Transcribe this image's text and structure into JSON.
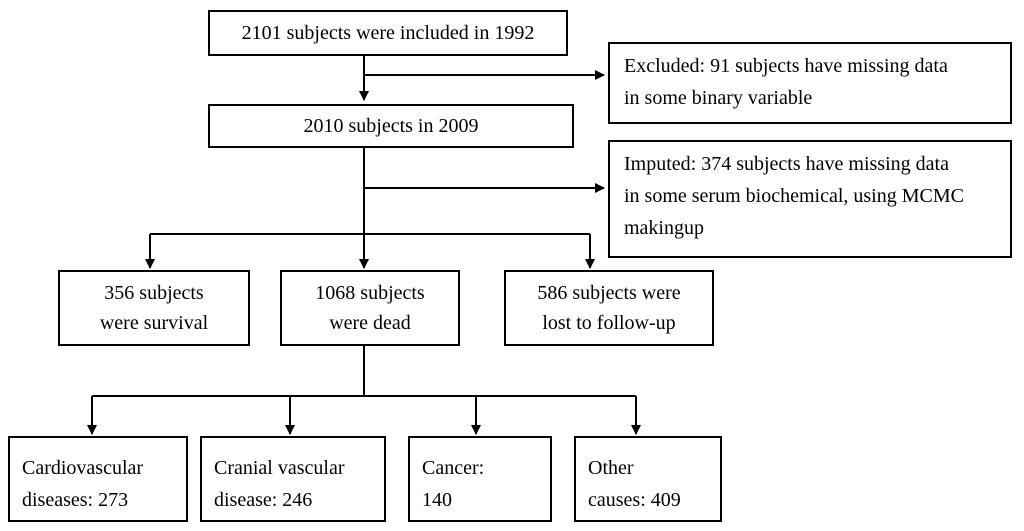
{
  "nodes": {
    "included": "2101 subjects were included in 1992",
    "excluded": [
      "Excluded: 91 subjects have missing data",
      "in some binary variable"
    ],
    "n2009": "2010 subjects in 2009",
    "imputed": [
      "Imputed: 374 subjects have missing data",
      "in some serum biochemical, using MCMC",
      "makingup"
    ],
    "survival": [
      "356 subjects",
      "were survival"
    ],
    "dead": [
      "1068 subjects",
      "were dead"
    ],
    "lost": [
      "586 subjects were",
      "lost to follow-up"
    ],
    "cardio": [
      "Cardiovascular",
      "diseases: 273"
    ],
    "cranial": [
      "Cranial vascular",
      "disease: 246"
    ],
    "cancer": [
      "Cancer:",
      "140"
    ],
    "other": [
      "Other",
      "causes: 409"
    ]
  }
}
